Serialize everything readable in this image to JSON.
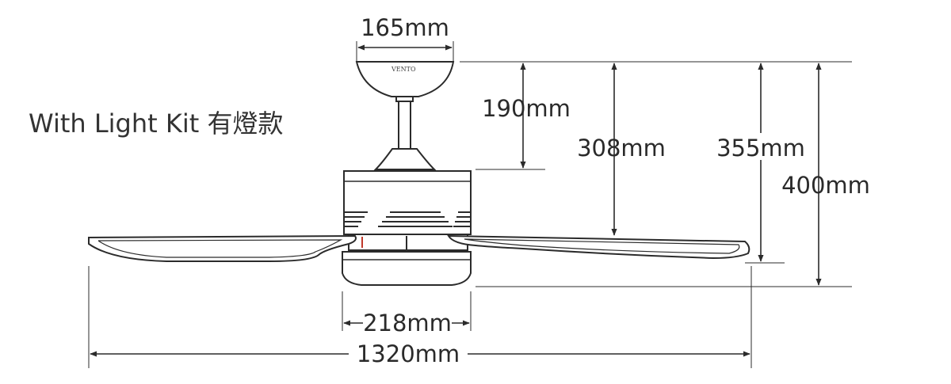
{
  "title": "With Light Kit 有燈款",
  "brand": "VENTO",
  "dimensions": {
    "canopy_width": "165mm",
    "canopy_to_motor": "190mm",
    "to_blades": "308mm",
    "to_light_bottom": "355mm",
    "overall_height": "400mm",
    "light_kit_width": "218mm",
    "blade_span": "1320mm"
  },
  "colors": {
    "line": "#2b2b2b",
    "ink": "#2a2a2a"
  }
}
